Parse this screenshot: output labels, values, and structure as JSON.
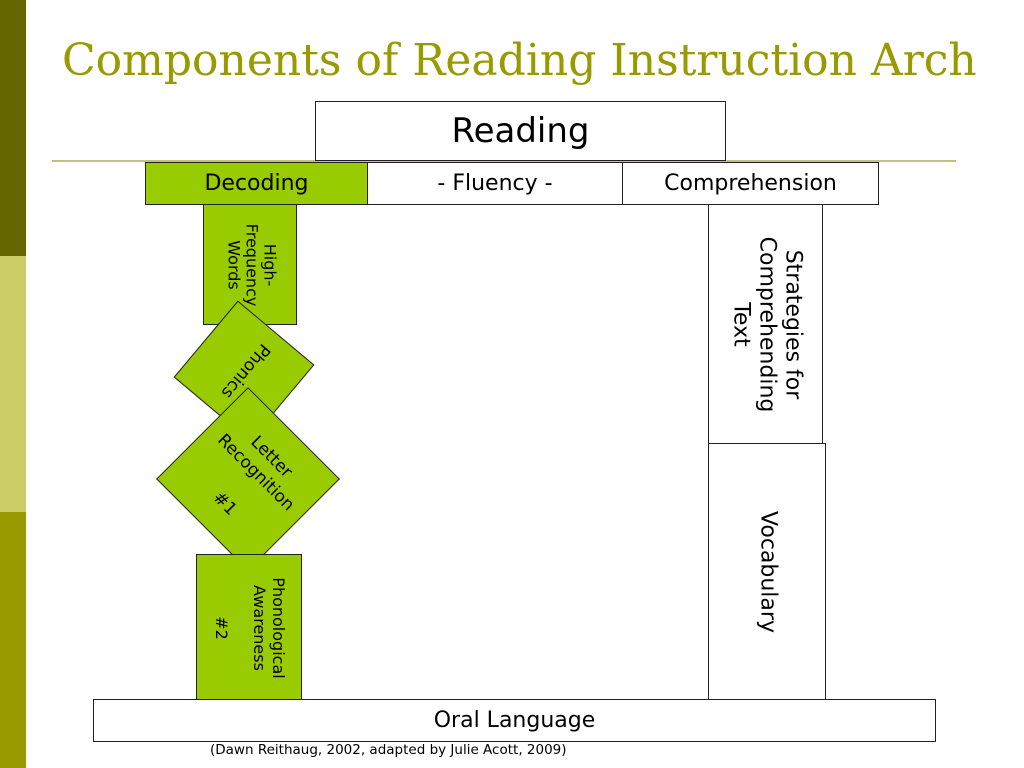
{
  "slide": {
    "title": "Components of Reading Instruction Arch",
    "citation": "(Dawn Reithaug, 2002, adapted by Julie Acott, 2009)"
  },
  "arch": {
    "top": "Reading",
    "crossbar": {
      "left": "Decoding",
      "middle": "- Fluency -",
      "right": "Comprehension"
    },
    "left_pillar": {
      "high_frequency_words": "High-\nFrequency\nWords",
      "phonics": "Phonics",
      "letter_recognition": "Letter\nRecognition\n\n#1",
      "phonological_awareness": "Phonological\nAwareness\n\n#2"
    },
    "right_pillar": {
      "strategies": "Strategies for\nComprehending\nText",
      "vocabulary": "Vocabulary"
    },
    "base": "Oral Language"
  },
  "colors": {
    "title": "#999900",
    "green_block": "#99cc00",
    "stripe_dark": "#666600",
    "stripe_light": "#cccc66",
    "stripe_mid": "#999900"
  }
}
